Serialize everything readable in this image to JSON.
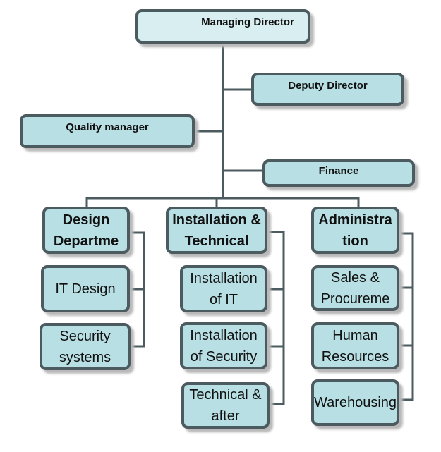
{
  "chart": {
    "top": "Managing Director",
    "staff": [
      "Deputy Director",
      "Quality manager",
      "Finance"
    ],
    "departments": [
      {
        "name": "Design Departme",
        "items": [
          "IT Design",
          "Security systems"
        ]
      },
      {
        "name": "Installation & Technical",
        "items": [
          "Installation of IT",
          "Installation of Security",
          "Technical & after"
        ]
      },
      {
        "name": "Administra tion",
        "items": [
          "Sales & Procureme",
          "Human Resources",
          "Warehousing"
        ]
      }
    ]
  },
  "colors": {
    "box": "#b8dfe4",
    "top_box": "#d9eef1",
    "border": "#4c5b5f"
  }
}
